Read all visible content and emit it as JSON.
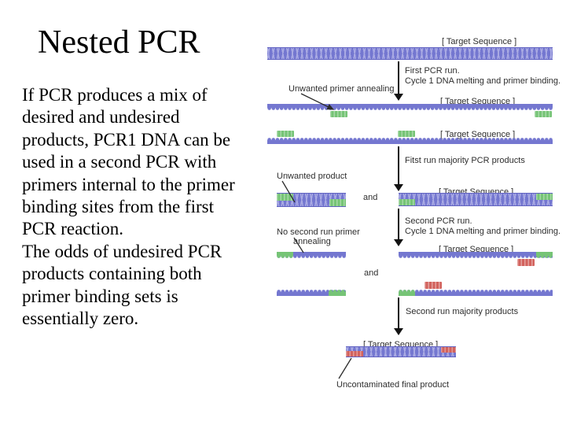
{
  "slide": {
    "title": "Nested PCR",
    "body_lines": [
      "If PCR produces a mix of",
      "desired and undesired",
      "products, PCR1 DNA can be",
      "used in a second PCR with",
      "primers internal to the primer",
      "binding sites from the first",
      "PCR reaction.",
      "The odds of undesired PCR",
      "products containing both",
      "primer binding sets is",
      "essentially zero."
    ]
  },
  "diagram": {
    "target_sequence_label": "[ Target Sequence ]",
    "step1": {
      "line1": "First PCR run.",
      "line2": "Cycle 1 DNA melting and primer binding."
    },
    "unwanted_primer_annealing": "Unwanted primer annealing",
    "first_run_majority": "Fitst run majority PCR products",
    "unwanted_product": "Unwanted product",
    "and_label": "and",
    "step2": {
      "line1": "Second PCR run.",
      "line2": "Cycle 1 DNA melting and primer binding."
    },
    "no_second_run_primer": {
      "line1": "No second run primer",
      "line2": "annealing"
    },
    "second_run_majority": "Second run majority products",
    "uncontaminated_final_product": "Uncontaminated final product",
    "colors": {
      "dna_strand": "#7477d0",
      "dna_pattern": "#a9aae3",
      "primer_green": "#76c476",
      "contaminant_red": "#d2625d"
    }
  }
}
